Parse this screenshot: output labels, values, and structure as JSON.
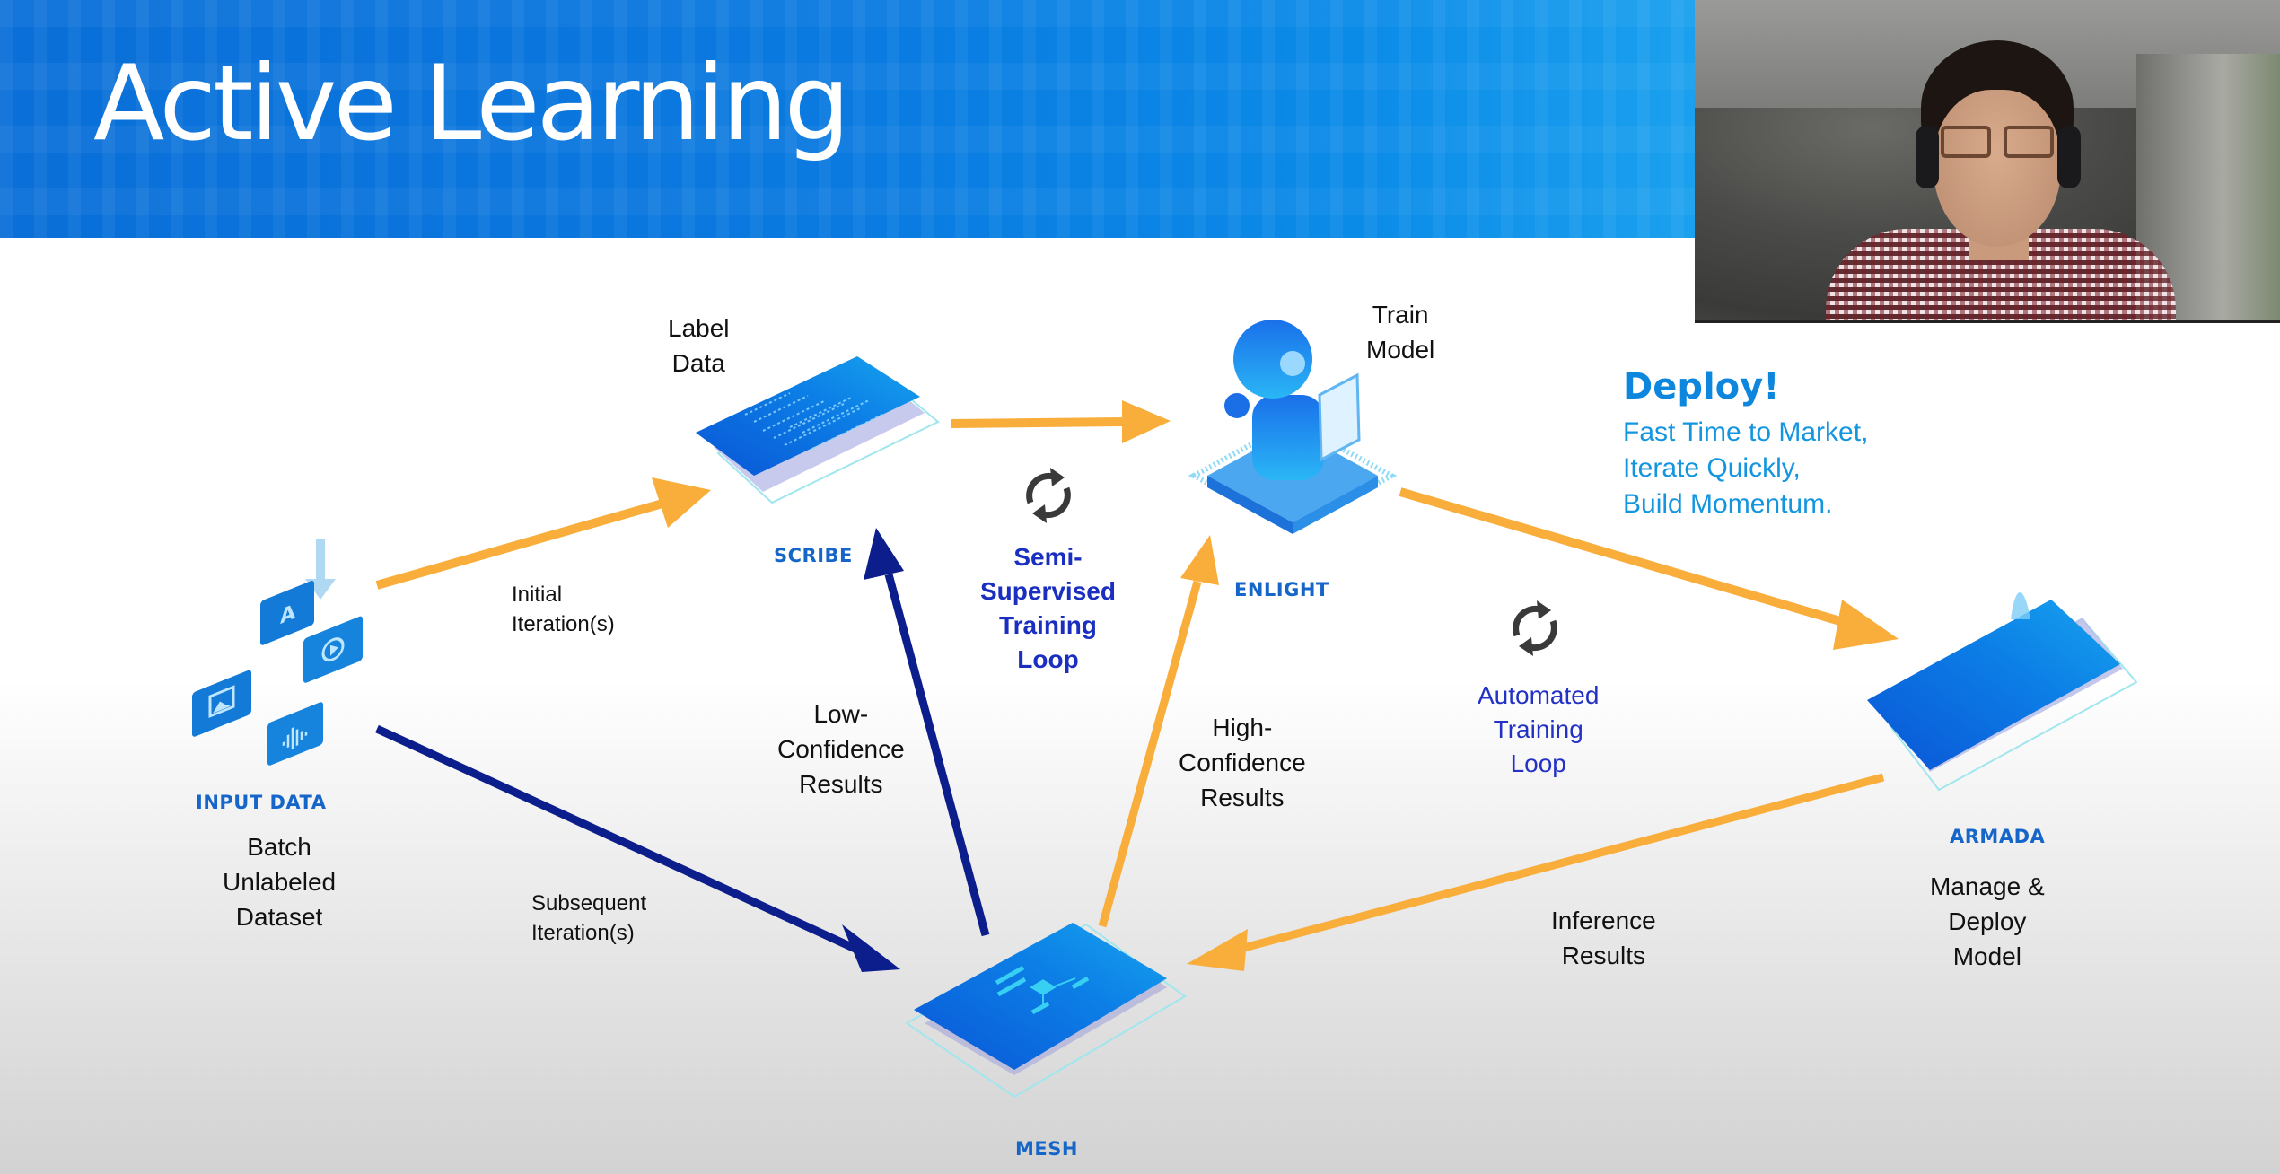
{
  "slide": {
    "title": "Active Learning"
  },
  "video_feed": {
    "participant": "presenter-webcam"
  },
  "nodes": {
    "input_data": {
      "caption": "INPUT DATA",
      "description": [
        "Batch",
        "Unlabeled",
        "Dataset"
      ],
      "icon": "input-data-icon"
    },
    "scribe": {
      "caption": "SCRIBE",
      "description": [
        "Label",
        "Data"
      ],
      "icon": "labeling-card-icon"
    },
    "enlight": {
      "caption": "ENLIGHT",
      "description": [
        "Train",
        "Model"
      ],
      "icon": "robot-on-chip-icon"
    },
    "armada": {
      "caption": "ARMADA",
      "description": [
        "Manage &",
        "Deploy",
        "Model"
      ],
      "icon": "deployment-card-icon"
    },
    "mesh": {
      "caption": "MESH",
      "description": [],
      "icon": "flowchart-card-icon"
    }
  },
  "edges": [
    {
      "id": "initial",
      "from": "input_data",
      "to": "scribe",
      "label": [
        "Initial",
        "Iteration(s)"
      ],
      "color": "#f9ad3b"
    },
    {
      "id": "subsequent",
      "from": "input_data",
      "to": "mesh",
      "label": [
        "Subsequent",
        "Iteration(s)"
      ],
      "color": "#0c1d8c"
    },
    {
      "id": "label_to_train",
      "from": "scribe",
      "to": "enlight",
      "label": [],
      "color": "#f9ad3b"
    },
    {
      "id": "low_confidence",
      "from": "mesh",
      "to": "scribe",
      "label": [
        "Low-",
        "Confidence",
        "Results"
      ],
      "color": "#0c1d8c"
    },
    {
      "id": "high_confidence",
      "from": "mesh",
      "to": "enlight",
      "label": [
        "High-",
        "Confidence",
        "Results"
      ],
      "color": "#f9ad3b"
    },
    {
      "id": "deploy",
      "from": "enlight",
      "to": "armada",
      "label": [],
      "color": "#f9ad3b"
    },
    {
      "id": "inference",
      "from": "armada",
      "to": "mesh",
      "label": [
        "Inference",
        "Results"
      ],
      "color": "#f9ad3b"
    }
  ],
  "loops": {
    "semi_supervised": {
      "label": [
        "Semi-",
        "Supervised",
        "Training",
        "Loop"
      ],
      "icon": "refresh-cycle-icon"
    },
    "automated": {
      "label": [
        "Automated",
        "Training",
        "Loop"
      ],
      "icon": "refresh-cycle-icon"
    }
  },
  "deploy_callout": {
    "title": "Deploy!",
    "lines": [
      "Fast Time to Market,",
      "Iterate Quickly,",
      "Build Momentum."
    ]
  },
  "colors": {
    "header_blue": "#0a74dc",
    "orange_arrow": "#f9ad3b",
    "navy_arrow": "#0c1d8c",
    "caption_blue": "#1566c8",
    "deploy_blue": "#0d86de"
  }
}
